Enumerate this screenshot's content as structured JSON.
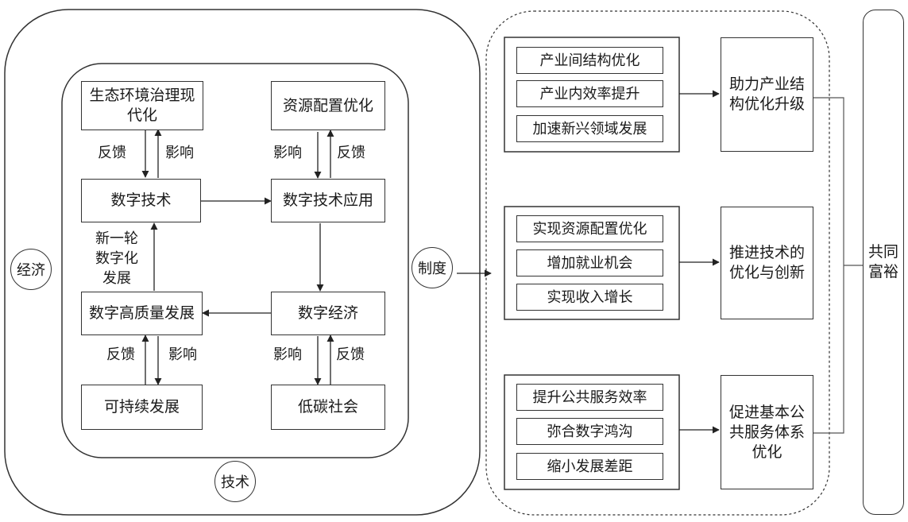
{
  "outer_labels": {
    "economy": "经济",
    "technology": "技术",
    "institution": "制度"
  },
  "inner": {
    "eco_governance": "生态环境治理现代化",
    "resource_allocation": "资源配置优化",
    "digital_tech": "数字技术",
    "digital_tech_application": "数字技术应用",
    "digital_high_quality": "数字高质量发展",
    "digital_economy": "数字经济",
    "sustainable": "可持续发展",
    "low_carbon": "低碳社会",
    "new_round": "新一轮数字化发展"
  },
  "edge_labels": {
    "feedback": "反馈",
    "influence": "影响"
  },
  "groups": [
    {
      "items": [
        "产业间结构优化",
        "产业内效率提升",
        "加速新兴领域发展"
      ],
      "result": "助力产业结构优化升级"
    },
    {
      "items": [
        "实现资源配置优化",
        "增加就业机会",
        "实现收入增长"
      ],
      "result": "推进技术的优化与创新"
    },
    {
      "items": [
        "提升公共服务效率",
        "弥合数字鸿沟",
        "缩小发展差距"
      ],
      "result": "促进基本公共服务体系优化"
    }
  ],
  "final": "共同富裕"
}
